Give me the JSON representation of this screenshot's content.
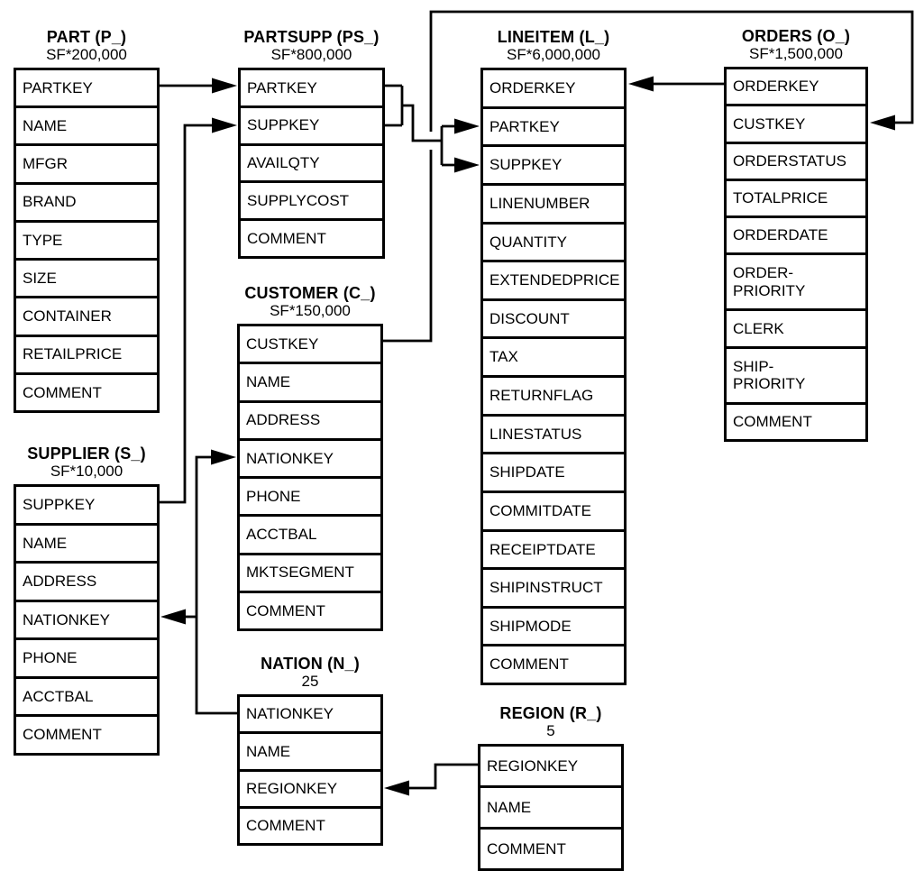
{
  "diagram": {
    "background_color": "#ffffff",
    "line_color": "#000000",
    "tables": [
      {
        "id": "part",
        "title": "PART (P_)",
        "cardinality": "SF*200,000",
        "columns": [
          "PARTKEY",
          "NAME",
          "MFGR",
          "BRAND",
          "TYPE",
          "SIZE",
          "CONTAINER",
          "RETAILPRICE",
          "COMMENT"
        ]
      },
      {
        "id": "partsupp",
        "title": "PARTSUPP (PS_)",
        "cardinality": "SF*800,000",
        "columns": [
          "PARTKEY",
          "SUPPKEY",
          "AVAILQTY",
          "SUPPLYCOST",
          "COMMENT"
        ]
      },
      {
        "id": "lineitem",
        "title": "LINEITEM (L_)",
        "cardinality": "SF*6,000,000",
        "columns": [
          "ORDERKEY",
          "PARTKEY",
          "SUPPKEY",
          "LINENUMBER",
          "QUANTITY",
          "EXTENDEDPRICE",
          "DISCOUNT",
          "TAX",
          "RETURNFLAG",
          "LINESTATUS",
          "SHIPDATE",
          "COMMITDATE",
          "RECEIPTDATE",
          "SHIPINSTRUCT",
          "SHIPMODE",
          "COMMENT"
        ]
      },
      {
        "id": "orders",
        "title": "ORDERS (O_)",
        "cardinality": "SF*1,500,000",
        "columns": [
          "ORDERKEY",
          "CUSTKEY",
          "ORDERSTATUS",
          "TOTALPRICE",
          "ORDERDATE",
          "ORDER-\nPRIORITY",
          "CLERK",
          "SHIP-\nPRIORITY",
          "COMMENT"
        ]
      },
      {
        "id": "customer",
        "title": "CUSTOMER (C_)",
        "cardinality": "SF*150,000",
        "columns": [
          "CUSTKEY",
          "NAME",
          "ADDRESS",
          "NATIONKEY",
          "PHONE",
          "ACCTBAL",
          "MKTSEGMENT",
          "COMMENT"
        ]
      },
      {
        "id": "supplier",
        "title": "SUPPLIER (S_)",
        "cardinality": "SF*10,000",
        "columns": [
          "SUPPKEY",
          "NAME",
          "ADDRESS",
          "NATIONKEY",
          "PHONE",
          "ACCTBAL",
          "COMMENT"
        ]
      },
      {
        "id": "nation",
        "title": "NATION (N_)",
        "cardinality": "25",
        "columns": [
          "NATIONKEY",
          "NAME",
          "REGIONKEY",
          "COMMENT"
        ]
      },
      {
        "id": "region",
        "title": "REGION (R_)",
        "cardinality": "5",
        "columns": [
          "REGIONKEY",
          "NAME",
          "COMMENT"
        ]
      }
    ],
    "relationships": [
      {
        "from": "PART.PARTKEY",
        "to": "PARTSUPP.PARTKEY"
      },
      {
        "from": "SUPPLIER.SUPPKEY",
        "to": "PARTSUPP.SUPPKEY"
      },
      {
        "from": "PARTSUPP.PARTKEY",
        "to": "LINEITEM.PARTKEY"
      },
      {
        "from": "PARTSUPP.SUPPKEY",
        "to": "LINEITEM.SUPPKEY"
      },
      {
        "from": "ORDERS.ORDERKEY",
        "to": "LINEITEM.ORDERKEY"
      },
      {
        "from": "CUSTOMER.CUSTKEY",
        "to": "ORDERS.CUSTKEY"
      },
      {
        "from": "NATION.NATIONKEY",
        "to": "CUSTOMER.NATIONKEY"
      },
      {
        "from": "NATION.NATIONKEY",
        "to": "SUPPLIER.NATIONKEY"
      },
      {
        "from": "REGION.REGIONKEY",
        "to": "NATION.REGIONKEY"
      }
    ]
  }
}
